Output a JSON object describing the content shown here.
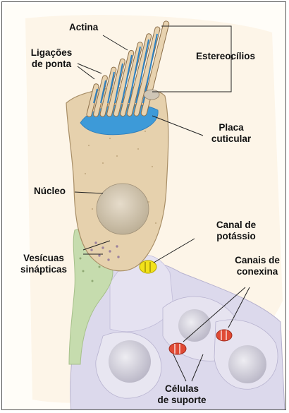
{
  "labels": {
    "actina": "Actina",
    "ligacoes_line1": "Ligações",
    "ligacoes_line2": "de ponta",
    "estereocilios": "Estereocílios",
    "placa_line1": "Placa",
    "placa_line2": "cuticular",
    "nucleo": "Núcleo",
    "canal_line1": "Canal de",
    "canal_line2": "potássio",
    "vesiculas_line1": "Vesícuas",
    "vesiculas_line2": "sinápticas",
    "conexina_line1": "Canais de",
    "conexina_line2": "conexina",
    "celulas_line1": "Células",
    "celulas_line2": "de suporte"
  },
  "colors": {
    "background": "#fdf6ea",
    "hair_cell": "#e7d3b0",
    "cuticular_plate": "#3d9ad8",
    "nucleus": "#cbbfa6",
    "support_cells": "#dcd8ec",
    "nerve": "#c9ddb2",
    "potassium_channel": "#f2e21a",
    "connexin_channel": "#e04a35"
  }
}
